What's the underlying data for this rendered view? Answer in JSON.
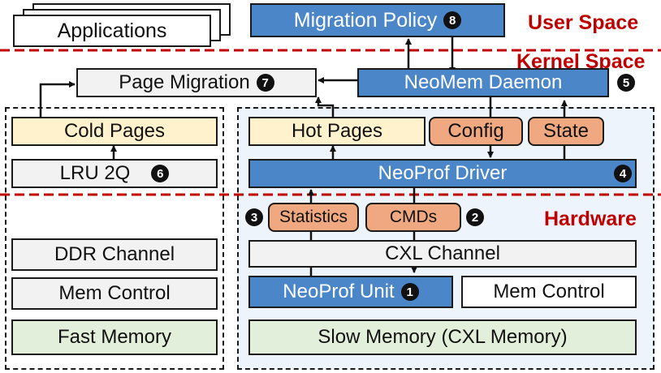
{
  "spaces": {
    "user": "User Space",
    "kernel": "Kernel Space",
    "hardware": "Hardware"
  },
  "boxes": {
    "applications": "Applications",
    "migration_policy": "Migration Policy",
    "page_migration": "Page Migration",
    "neomem_daemon": "NeoMem Daemon",
    "cold_pages": "Cold Pages",
    "lru_2q": "LRU 2Q",
    "hot_pages": "Hot Pages",
    "config": "Config",
    "state": "State",
    "neoprof_driver": "NeoProf Driver",
    "statistics": "Statistics",
    "cmds": "CMDs",
    "cxl_channel": "CXL Channel",
    "neoprof_unit": "NeoProf Unit",
    "mem_control_right": "Mem Control",
    "slow_memory": "Slow Memory (CXL Memory)",
    "ddr_channel": "DDR Channel",
    "mem_control_left": "Mem Control",
    "fast_memory": "Fast Memory"
  },
  "markers": {
    "m1": "1",
    "m2": "2",
    "m3": "3",
    "m4": "4",
    "m5": "5",
    "m6": "6",
    "m7": "7",
    "m8": "8"
  },
  "colors": {
    "blue": "#4a86c8",
    "orange": "#f0a880",
    "yellow": "#fff2cc",
    "light_gray": "#f2f2f2",
    "green": "#e2efda",
    "light_blue_region": "#eef4fb",
    "red_divider": "#c00000"
  }
}
